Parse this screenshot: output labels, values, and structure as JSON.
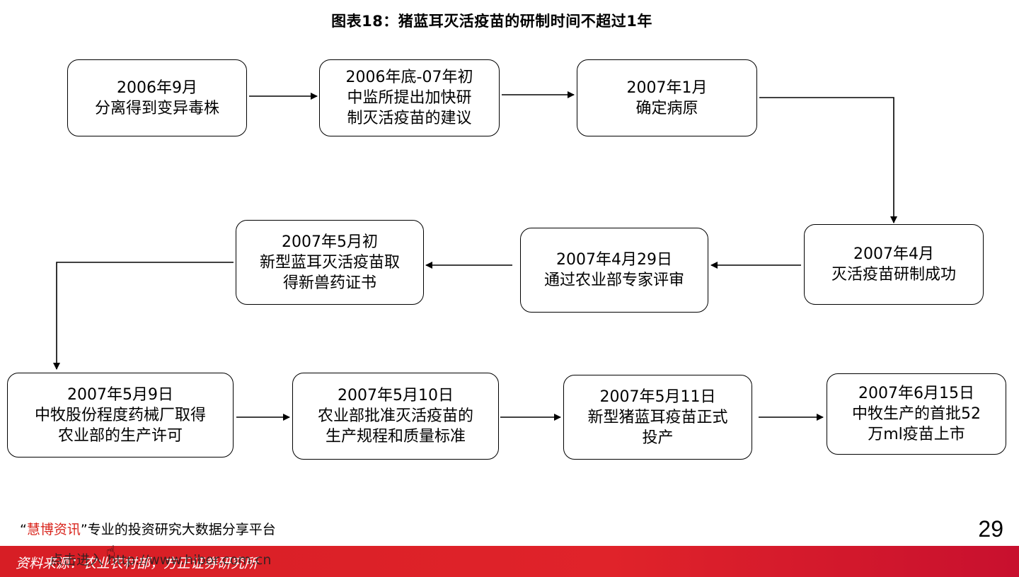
{
  "title": "图表18：猪蓝耳灭活疫苗的研制时间不超过1年",
  "steps": [
    {
      "lines": [
        "2006年9月",
        "分离得到变异毒株"
      ]
    },
    {
      "lines": [
        "2006年底-07年初",
        "中监所提出加快研",
        "制灭活疫苗的建议"
      ]
    },
    {
      "lines": [
        "2007年1月",
        "确定病原"
      ]
    },
    {
      "lines": [
        "2007年4月",
        "灭活疫苗研制成功"
      ]
    },
    {
      "lines": [
        "2007年4月29日",
        "通过农业部专家评审"
      ]
    },
    {
      "lines": [
        "2007年5月初",
        "新型蓝耳灭活疫苗取",
        "得新兽药证书"
      ]
    },
    {
      "lines": [
        "2007年5月9日",
        "中牧股份程度药械厂取得",
        "农业部的生产许可"
      ]
    },
    {
      "lines": [
        "2007年5月10日",
        "农业部批准灭活疫苗的",
        "生产规程和质量标准"
      ]
    },
    {
      "lines": [
        "2007年5月11日",
        "新型猪蓝耳疫苗正式",
        "投产"
      ]
    },
    {
      "lines": [
        "2007年6月15日",
        "中牧生产的首批52",
        "万ml疫苗上市"
      ]
    }
  ],
  "footer": {
    "quote_open": "“",
    "brand": "慧博资讯",
    "quote_close": "”",
    "tagline": "专业的投资研究大数据分享平台",
    "link": "点击进入 http://www.hibor.com.cn",
    "source": "资料来源：农业农村部，方正证券研究所",
    "page_number": "29"
  },
  "icons": {
    "hand": "pointing-hand-icon"
  }
}
